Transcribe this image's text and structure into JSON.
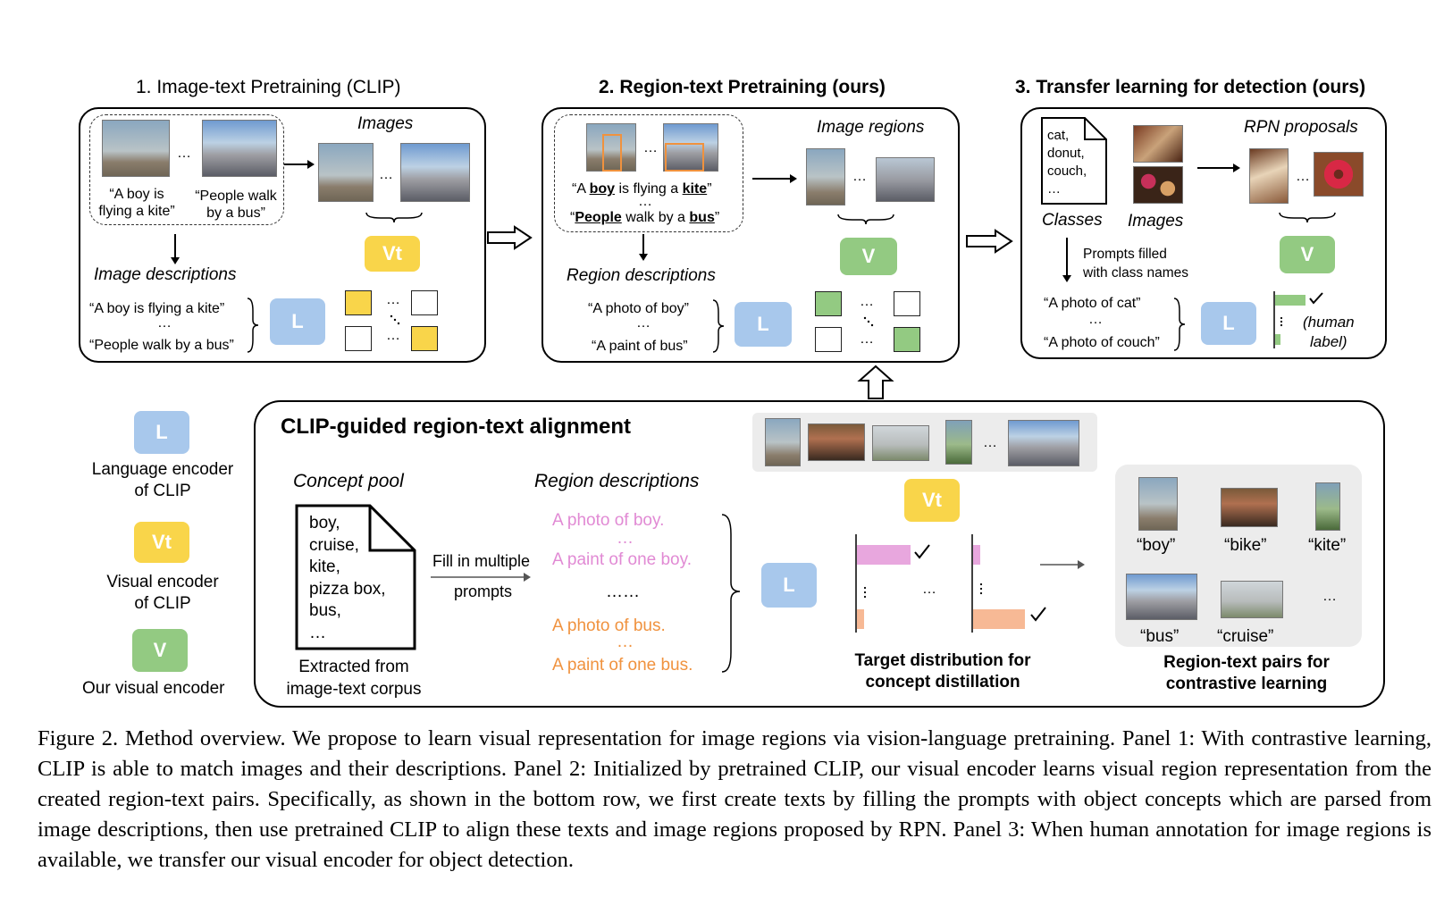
{
  "panel1": {
    "title": "1. Image-text Pretraining (CLIP)",
    "images_label": "Images",
    "cap1": "“A boy is flying a kite”",
    "cap2": "“People walk by a bus”",
    "image_desc_label": "Image descriptions",
    "desc1": "“A boy is flying a kite”",
    "desc2": "“People walk by a bus”",
    "ellipsis": "…",
    "vt": "Vt",
    "l": "L"
  },
  "panel2": {
    "title": "2. Region-text Pretraining (ours)",
    "regions_label": "Image regions",
    "cap1_pre": "“A ",
    "cap1_w1": "boy",
    "cap1_mid": " is flying a ",
    "cap1_w2": "kite",
    "cap1_post": "”",
    "cap2_pre": "“",
    "cap2_w1": "People",
    "cap2_mid": " walk by a ",
    "cap2_w2": "bus",
    "cap2_post": "”",
    "region_desc_label": "Region descriptions",
    "desc1": "“A photo of boy”",
    "desc2": "“A paint of bus”",
    "v": "V",
    "l": "L"
  },
  "panel3": {
    "title": "3. Transfer learning for detection (ours)",
    "classes_text": [
      "cat,",
      "donut,",
      "couch,",
      "…"
    ],
    "classes_label": "Classes",
    "images_label": "Images",
    "rpn_label": "RPN proposals",
    "prompts_text": [
      "Prompts filled",
      "with class names"
    ],
    "desc1": "“A photo of cat”",
    "desc2": "“A photo of couch”",
    "human_label": [
      "(human",
      "label)"
    ],
    "v": "V",
    "l": "L"
  },
  "legend": {
    "l_text": [
      "Language encoder",
      "of CLIP"
    ],
    "vt_text": [
      "Visual encoder",
      "of CLIP"
    ],
    "v_text": "Our visual encoder",
    "l": "L",
    "vt": "Vt",
    "v": "V"
  },
  "bottom": {
    "title": "CLIP-guided region-text alignment",
    "concept_pool_label": "Concept pool",
    "concepts": [
      "boy,",
      "cruise,",
      "kite,",
      "pizza box,",
      "bus,",
      "…"
    ],
    "extracted": [
      "Extracted from",
      "image-text corpus"
    ],
    "fill_label": [
      "Fill in multiple",
      "prompts"
    ],
    "region_desc_label": "Region descriptions",
    "rd1": "A photo of boy.",
    "rd2": "A paint of one boy.",
    "rd_mid": "……",
    "rd3": "A photo of bus.",
    "rd4": "A paint of one bus.",
    "target_label": [
      "Target distribution for",
      "concept distillation"
    ],
    "pairs_label": [
      "Region-text pairs for",
      "contrastive learning"
    ],
    "pair_labels": [
      "“boy”",
      "“bike”",
      "“kite”",
      "“bus”",
      "“cruise”"
    ],
    "l": "L",
    "vt": "Vt"
  },
  "colors": {
    "pink": "#e18ad4",
    "orange": "#f0923e",
    "yellow": "#f9d54a",
    "green": "#93ca82",
    "blue": "#a8c8ec"
  },
  "caption": "Figure 2. Method overview. We propose to learn visual representation for image regions via vision-language pretraining. Panel 1: With contrastive learning, CLIP is able to match images and their descriptions. Panel 2: Initialized by pretrained CLIP, our visual encoder learns visual region representation from the created region-text pairs. Specifically, as shown in the bottom row, we first create texts by filling the prompts with object concepts which are parsed from image descriptions, then use pretrained CLIP to align these texts and image regions proposed by RPN. Panel 3: When human annotation for image regions is available, we transfer our visual encoder for object detection."
}
